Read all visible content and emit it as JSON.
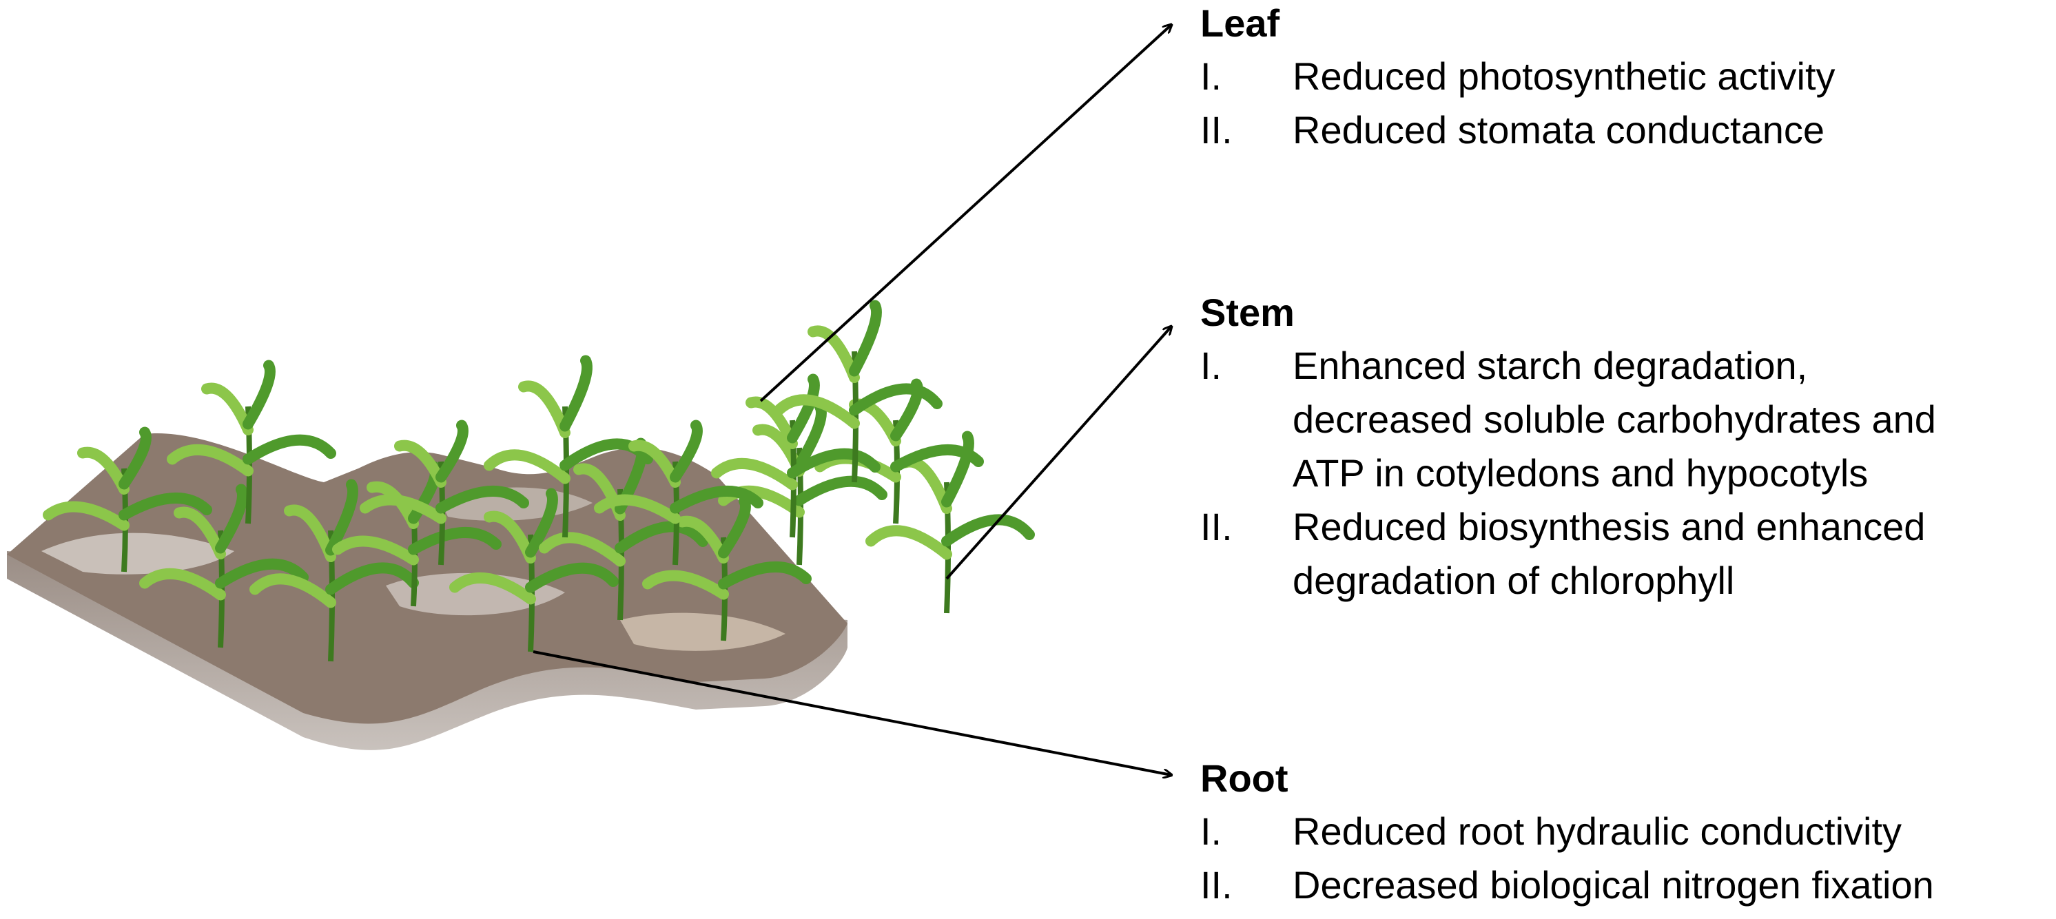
{
  "sections": {
    "leaf": {
      "heading": "Leaf",
      "items": [
        {
          "num": "I.",
          "lines": [
            "Reduced photosynthetic activity"
          ]
        },
        {
          "num": "II.",
          "lines": [
            "Reduced stomata conductance"
          ]
        }
      ]
    },
    "stem": {
      "heading": "Stem",
      "items": [
        {
          "num": "I.",
          "lines": [
            "Enhanced starch degradation,",
            "decreased soluble carbohydrates and",
            "ATP in cotyledons and hypocotyls"
          ]
        },
        {
          "num": "II.",
          "lines": [
            "Reduced biosynthesis and enhanced",
            "degradation of chlorophyll"
          ]
        }
      ]
    },
    "root": {
      "heading": "Root",
      "items": [
        {
          "num": "I.",
          "lines": [
            "Reduced root hydraulic conductivity"
          ]
        },
        {
          "num": "II.",
          "lines": [
            "Decreased biological nitrogen fixation"
          ]
        }
      ]
    }
  },
  "colors": {
    "soil_top": "#8c7a6e",
    "soil_side": "#a89c95",
    "water": "#d8d2cc",
    "leaf_green": "#4f9a2c",
    "leaf_light": "#8cc64a",
    "arrow": "#000000"
  }
}
